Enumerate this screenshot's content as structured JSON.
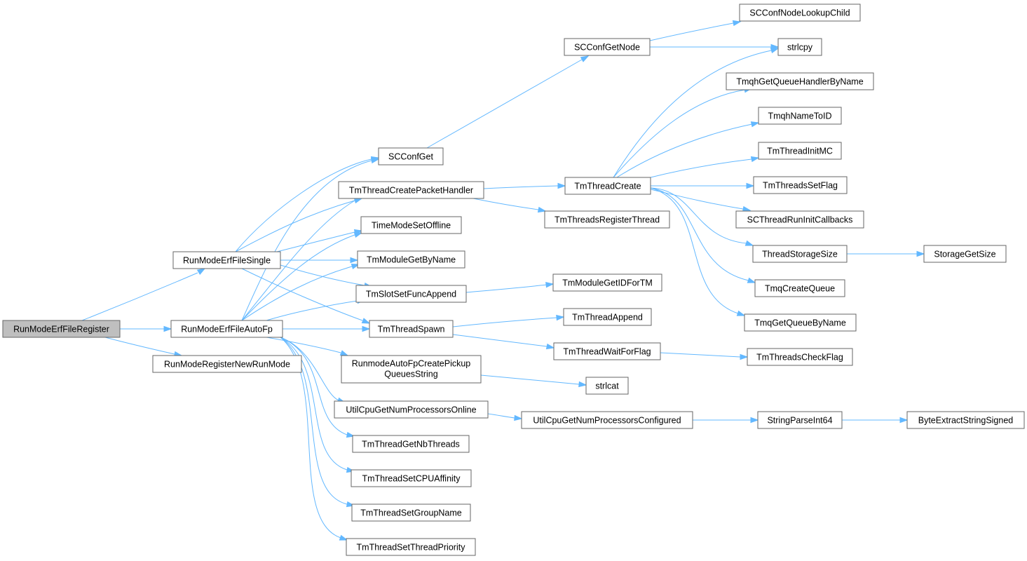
{
  "graph": {
    "colors": {
      "edge": "#63b8ff",
      "node_border": "#666666",
      "root_fill": "#bfbfbf",
      "node_fill": "#ffffff"
    },
    "nodes": {
      "n0": {
        "label": "RunModeErfFileRegister",
        "root": true
      },
      "n1": {
        "label": "RunModeErfFileSingle"
      },
      "n2": {
        "label": "RunModeErfFileAutoFp"
      },
      "n3": {
        "label": "RunModeRegisterNewRunMode"
      },
      "n4": {
        "label": "SCConfGet"
      },
      "n5": {
        "label": "TmThreadCreatePacketHandler"
      },
      "n6": {
        "label": "TimeModeSetOffline"
      },
      "n7": {
        "label": "TmModuleGetByName"
      },
      "n8": {
        "label": "TmSlotSetFuncAppend"
      },
      "n9": {
        "label": "TmThreadSpawn"
      },
      "n10": {
        "label": "RunmodeAutoFpCreatePickup",
        "label2": "QueuesString"
      },
      "n11": {
        "label": "UtilCpuGetNumProcessorsOnline"
      },
      "n12": {
        "label": "TmThreadGetNbThreads"
      },
      "n13": {
        "label": "TmThreadSetCPUAffinity"
      },
      "n14": {
        "label": "TmThreadSetGroupName"
      },
      "n15": {
        "label": "TmThreadSetThreadPriority"
      },
      "n16": {
        "label": "SCConfGetNode"
      },
      "n17": {
        "label": "TmThreadCreate"
      },
      "n18": {
        "label": "TmThreadsRegisterThread"
      },
      "n19": {
        "label": "TmModuleGetIDForTM"
      },
      "n20": {
        "label": "TmThreadAppend"
      },
      "n21": {
        "label": "TmThreadWaitForFlag"
      },
      "n22": {
        "label": "strlcat"
      },
      "n23": {
        "label": "UtilCpuGetNumProcessorsConfigured"
      },
      "n24": {
        "label": "SCConfNodeLookupChild"
      },
      "n25": {
        "label": "strlcpy"
      },
      "n26": {
        "label": "TmqhGetQueueHandlerByName"
      },
      "n27": {
        "label": "TmqhNameToID"
      },
      "n28": {
        "label": "TmThreadInitMC"
      },
      "n29": {
        "label": "TmThreadsSetFlag"
      },
      "n30": {
        "label": "SCThreadRunInitCallbacks"
      },
      "n31": {
        "label": "ThreadStorageSize"
      },
      "n32": {
        "label": "TmqCreateQueue"
      },
      "n33": {
        "label": "TmqGetQueueByName"
      },
      "n34": {
        "label": "TmThreadsCheckFlag"
      },
      "n35": {
        "label": "StringParseInt64"
      },
      "n36": {
        "label": "StorageGetSize"
      },
      "n37": {
        "label": "ByteExtractStringSigned"
      }
    }
  }
}
